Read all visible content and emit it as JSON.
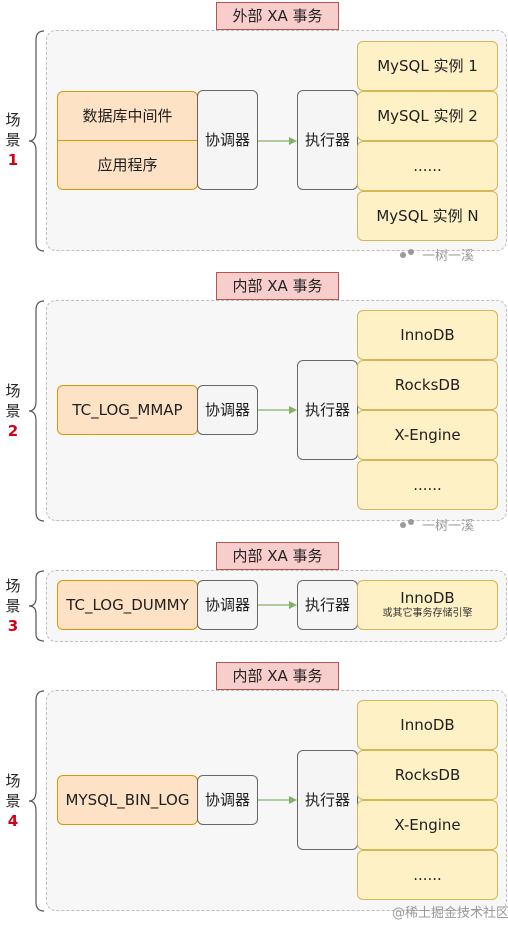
{
  "colors": {
    "label_fill": "#f8cecc",
    "label_border": "#b85450",
    "middleware_fill": "#fde2c6",
    "coordinator_fill": "#f5f5f5",
    "instance_fill": "#fff1c6",
    "arrow": "#82b366",
    "scene_number": "#d0021b"
  },
  "scenes": [
    {
      "label": "外部 XA 事务",
      "scene_char_1": "场",
      "scene_char_2": "景",
      "scene_number": "1",
      "left_boxes": [
        "数据库中间件",
        "应用程序"
      ],
      "coordinator": "协调器",
      "executor": "执行器",
      "instances": [
        "MySQL 实例 1",
        "MySQL 实例 2",
        "......",
        "MySQL 实例 N"
      ],
      "watermark": "一树一溪"
    },
    {
      "label": "内部 XA 事务",
      "scene_char_1": "场",
      "scene_char_2": "景",
      "scene_number": "2",
      "left_boxes": [
        "TC_LOG_MMAP"
      ],
      "coordinator": "协调器",
      "executor": "执行器",
      "instances": [
        "InnoDB",
        "RocksDB",
        "X-Engine",
        "......"
      ],
      "watermark": "一树一溪"
    },
    {
      "label": "内部 XA 事务",
      "scene_char_1": "场",
      "scene_char_2": "景",
      "scene_number": "3",
      "left_boxes": [
        "TC_LOG_DUMMY"
      ],
      "coordinator": "协调器",
      "executor": "执行器",
      "instances": [
        "InnoDB"
      ],
      "instance_sub": "或其它事务存储引擎"
    },
    {
      "label": "内部 XA 事务",
      "scene_char_1": "场",
      "scene_char_2": "景",
      "scene_number": "4",
      "left_boxes": [
        "MYSQL_BIN_LOG"
      ],
      "coordinator": "协调器",
      "executor": "执行器",
      "instances": [
        "InnoDB",
        "RocksDB",
        "X-Engine",
        "......"
      ],
      "watermark": "@稀土掘金技术社区"
    }
  ]
}
